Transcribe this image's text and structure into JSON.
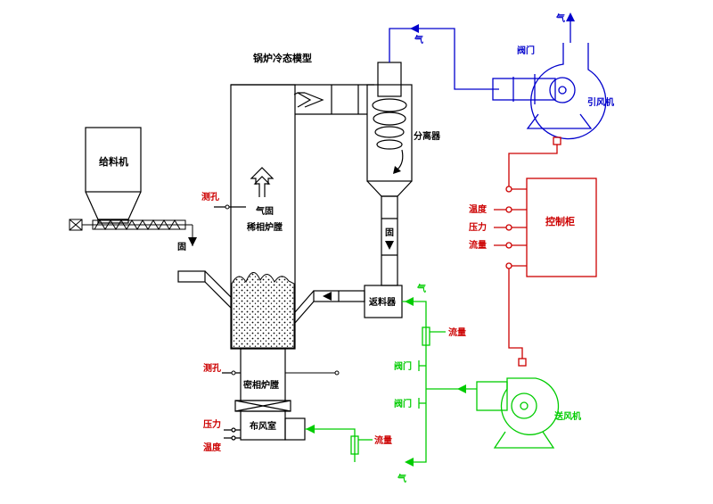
{
  "title": "锅炉冷态模型",
  "colors": {
    "black": "#000000",
    "blue": "#0000cc",
    "red": "#cc0000",
    "green": "#00cc00"
  },
  "labels": {
    "feeder": "给料机",
    "solid_left": "固",
    "probe_upper": "测孔",
    "gas_solid": "气固",
    "dilute_zone": "稀相炉膛",
    "separator": "分离器",
    "solid_return": "固",
    "returner": "返料器",
    "probe_lower": "测孔",
    "dense_zone": "密相炉膛",
    "pressure_left": "压力",
    "wind_box": "布风室",
    "temperature_left": "温度",
    "gas_top": "气",
    "valve_id_fan": "阀门",
    "gas_fan_exit": "气",
    "id_fan": "引风机",
    "ctl_temperature": "温度",
    "ctl_pressure": "压力",
    "ctl_flow": "流量",
    "control_cabinet": "控制柜",
    "gas_returner": "气",
    "flow_upper": "流量",
    "valve_upper": "阀门",
    "valve_lower": "阀门",
    "forced_fan": "送风机",
    "flow_lower": "流量",
    "gas_bottom": "气"
  }
}
